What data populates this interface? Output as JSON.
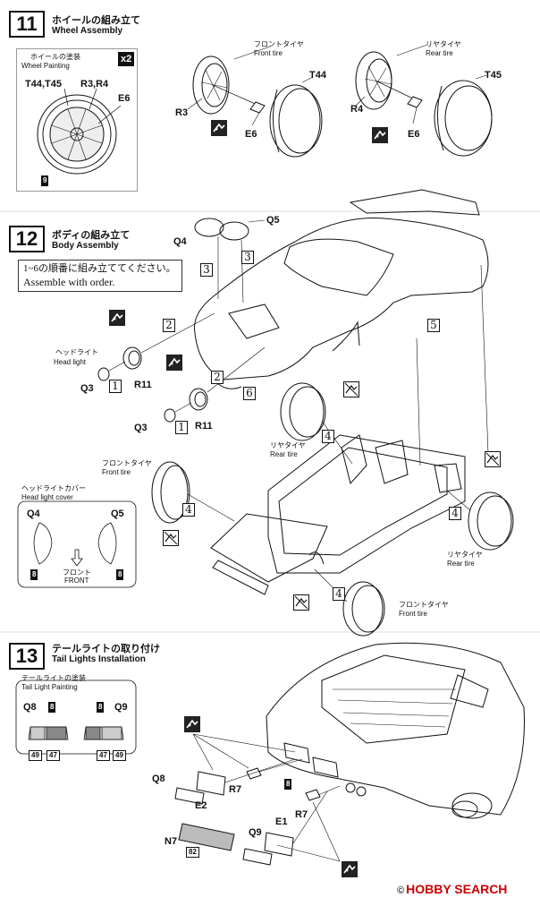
{
  "step11": {
    "number": "11",
    "title_jp": "ホイールの組み立て",
    "title_en": "Wheel Assembly",
    "painting_jp": "ホイールの塗装",
    "painting_en": "Wheel Painting",
    "multiplier": "x2",
    "paint_left": "T44,T45",
    "paint_right": "R3,R4",
    "paint_e6": "E6",
    "paint_color": "9",
    "front_tire_jp": "フロントタイヤ",
    "front_tire_en": "Front tire",
    "rear_tire_jp": "リヤタイヤ",
    "rear_tire_en": "Rear tire",
    "t44": "T44",
    "t45": "T45",
    "r3": "R3",
    "r4": "R4",
    "e6a": "E6",
    "e6b": "E6"
  },
  "step12": {
    "number": "12",
    "title_jp": "ボディの組み立て",
    "title_en": "Body Assembly",
    "note_jp": "1~6の順番に組み立ててください。",
    "note_en": "Assemble with order.",
    "q4": "Q4",
    "q5": "Q5",
    "headlight_jp": "ヘッドライト",
    "headlight_en": "Head light",
    "q3a": "Q3",
    "q3b": "Q3",
    "r11a": "R11",
    "r11b": "R11",
    "rear_tire_jp": "リヤタイヤ",
    "rear_tire_en": "Rear tire",
    "front_tire_jp": "フロントタイヤ",
    "front_tire_en": "Front tire",
    "cover_jp": "ヘッドライトカバー",
    "cover_en": "Head light cover",
    "cover_q4": "Q4",
    "cover_q5": "Q5",
    "cover_color": "8",
    "front_jp": "フロント",
    "front_en": "FRONT",
    "rear_tire2_jp": "リヤタイヤ",
    "rear_tire2_en": "Rear tire",
    "front_tire2_jp": "フロントタイヤ",
    "front_tire2_en": "Front tire",
    "order": [
      "1",
      "2",
      "3",
      "4",
      "5",
      "6"
    ]
  },
  "step13": {
    "number": "13",
    "title_jp": "テールライトの取り付け",
    "title_en": "Tail Lights Installation",
    "painting_jp": "テールライトの塗装",
    "painting_en": "Tail Light Painting",
    "q8": "Q8",
    "q9": "Q9",
    "c8": "8",
    "c49": "49",
    "c47": "47",
    "q8b": "Q8",
    "e2": "E2",
    "r7a": "R7",
    "r7b": "R7",
    "e1": "E1",
    "n7": "N7",
    "q9b": "Q9",
    "c82": "82",
    "c8b": "8"
  },
  "watermark": {
    "brand": "HOBBY SEARCH",
    "copyright": "©"
  }
}
